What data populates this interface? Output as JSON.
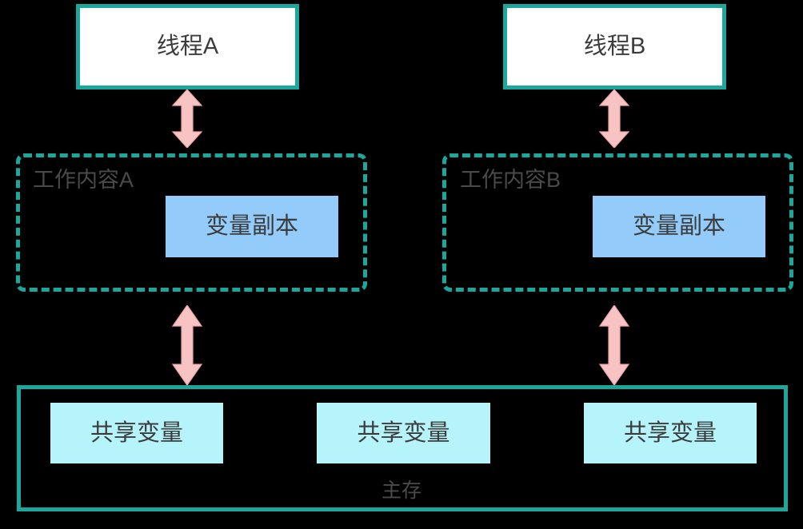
{
  "diagram": {
    "title": "Java Memory Model - thread working memory and main memory",
    "colors": {
      "background": "#000000",
      "teal_border": "#1BA79B",
      "thread_fill": "#FFFFFF",
      "variable_copy_fill": "#93CCFA",
      "shared_variable_fill": "#B5F4FB",
      "arrow_fill": "#F8C3C3",
      "arrow_stroke": "#EE9C9C",
      "text": "#3C3C3C",
      "label_text": "#4A4A4A"
    },
    "threads": [
      {
        "label": "线程A"
      },
      {
        "label": "线程B"
      }
    ],
    "work_memories": [
      {
        "label": "工作内容A",
        "variable_copy": "变量副本"
      },
      {
        "label": "工作内容B",
        "variable_copy": "变量副本"
      }
    ],
    "main_memory": {
      "label": "主存",
      "shared_variables": [
        {
          "label": "共享变量"
        },
        {
          "label": "共享变量"
        },
        {
          "label": "共享变量"
        }
      ]
    },
    "arrows": [
      {
        "name": "thread-a-to-work-a",
        "direction": "bidirectional"
      },
      {
        "name": "thread-b-to-work-b",
        "direction": "bidirectional"
      },
      {
        "name": "work-a-to-main-memory",
        "direction": "bidirectional"
      },
      {
        "name": "work-b-to-main-memory",
        "direction": "bidirectional"
      }
    ]
  }
}
